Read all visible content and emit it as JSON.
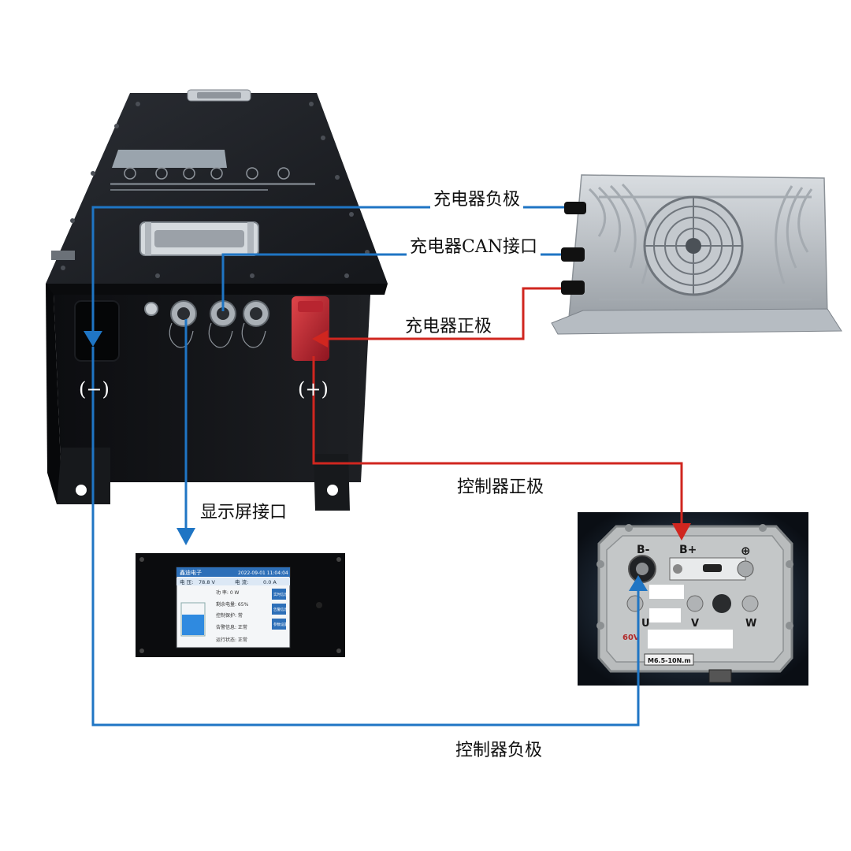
{
  "labels": {
    "charger_negative": "充电器负极",
    "charger_can": "充电器CAN接口",
    "charger_positive": "充电器正极",
    "display_port": "显示屏接口",
    "controller_positive": "控制器正极",
    "controller_negative": "控制器负极"
  },
  "battery": {
    "negative_mark": "(−)",
    "positive_mark": "(+)"
  },
  "display": {
    "brand": "鑫迪电子",
    "datetime": "2022-09-01  11:04:04",
    "voltage_label": "电 压:",
    "voltage_value": "78.8 V",
    "current_label": "电 流:",
    "current_value": "0.0 A",
    "power_row": "功  率: 0 W",
    "remaining_row": "剩余电量: 65%",
    "protect_row": "控制保护: 常",
    "mgmt_row": "告警信息: 正常",
    "status_row": "运行状态: 正常",
    "btn1": "实时信息",
    "btn2": "告警信息",
    "btn3": "参数设置",
    "soc_fraction": 0.65
  },
  "controller": {
    "b_minus": "B-",
    "b_plus": "B+",
    "ground": "⊕",
    "u": "U",
    "v": "V",
    "w": "W",
    "voltage_tag": "60V",
    "torque": "M6.5-10N.m"
  },
  "colors": {
    "negative_wire": "#1f75c4",
    "positive_wire": "#d0261f"
  }
}
